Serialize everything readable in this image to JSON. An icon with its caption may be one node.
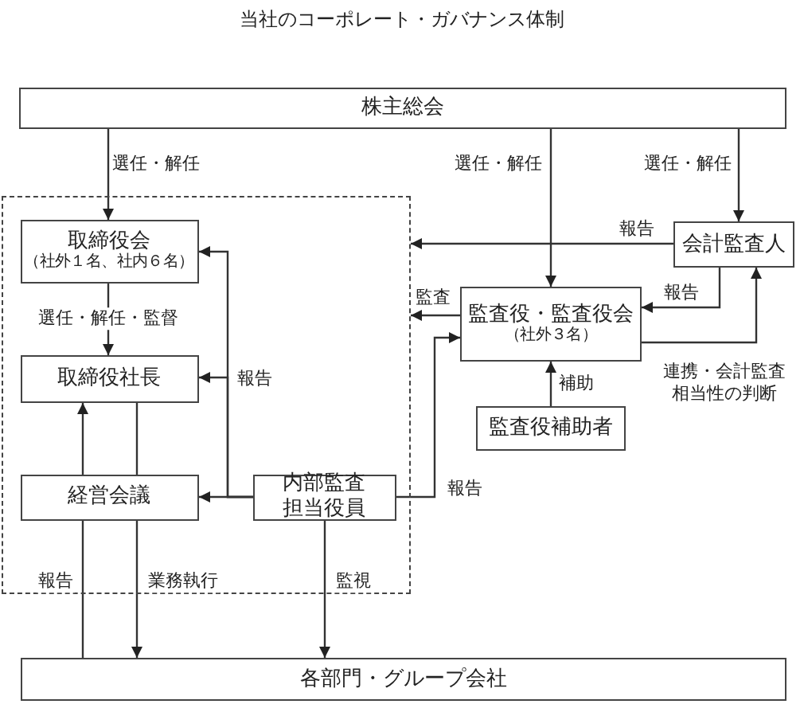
{
  "diagram": {
    "title": "当社のコーポレート・ガバナンス体制",
    "nodes": [
      {
        "text": [
          "株主総会"
        ]
      },
      {
        "text": [],
        "shape": "box"
      },
      {
        "text": [
          "取締役会",
          "（社外１名、社内６名）"
        ],
        "in": 1
      },
      {
        "text": [
          "取締役社長"
        ],
        "in": 1
      },
      {
        "text": [
          "経営会議"
        ],
        "in": 1
      },
      {
        "text": [
          "内部監査担当役員"
        ],
        "in": 1
      },
      {
        "text": [
          "会計監査人"
        ]
      },
      {
        "text": [
          "監査役・監査役会",
          "（社外３名）"
        ]
      },
      {
        "text": [
          "監査役補助者"
        ]
      },
      {
        "text": [
          "各部門・グループ会社"
        ]
      }
    ],
    "edges": [
      {
        "from": 0,
        "to": 2,
        "arrow": "to",
        "label": "選任・解任"
      },
      {
        "from": 0,
        "to": 7,
        "arrow": "to",
        "label": "選任・解任"
      },
      {
        "from": 0,
        "to": 6,
        "arrow": "to",
        "label": "選任・解任"
      },
      {
        "from": 6,
        "to": 1,
        "arrow": "to",
        "label": "報告"
      },
      {
        "from": 6,
        "to": 7,
        "arrow": "to",
        "label": "報告"
      },
      {
        "from": 7,
        "to": 6,
        "arrow": "to",
        "label": "連携・会計監査相当性の判断"
      },
      {
        "from": 7,
        "to": 1,
        "arrow": "to",
        "label": "監査"
      },
      {
        "from": 8,
        "to": 7,
        "arrow": "to",
        "label": "補助"
      },
      {
        "from": 2,
        "to": 3,
        "arrow": "to",
        "label": "選任・解任・監督"
      },
      {
        "from": 5,
        "to": 2,
        "arrow": "to"
      },
      {
        "from": 5,
        "to": 3,
        "arrow": "to",
        "label": "報告"
      },
      {
        "from": 5,
        "to": 4,
        "arrow": "to"
      },
      {
        "from": 4,
        "to": 3,
        "arrow": "to"
      },
      {
        "from": 3,
        "to": 4,
        "arrow": "none"
      },
      {
        "from": 9,
        "to": 4,
        "arrow": "none",
        "label": "報告"
      },
      {
        "from": 4,
        "to": 9,
        "arrow": "to",
        "label": "業務執行"
      },
      {
        "from": 5,
        "to": 9,
        "arrow": "to",
        "label": "監視"
      },
      {
        "from": 5,
        "to": 7,
        "arrow": "to",
        "label": "報告"
      }
    ]
  }
}
